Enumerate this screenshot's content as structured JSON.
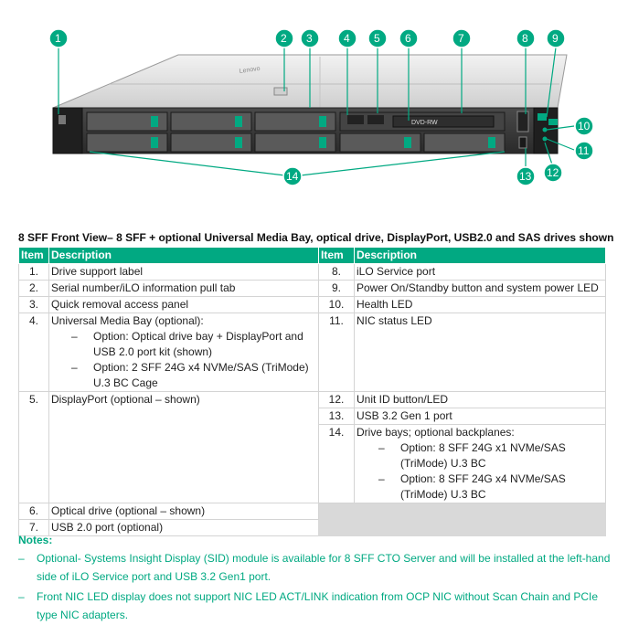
{
  "diagram": {
    "callouts": [
      "1",
      "2",
      "3",
      "4",
      "5",
      "6",
      "7",
      "8",
      "9",
      "10",
      "11",
      "12",
      "13",
      "14"
    ],
    "bezel_text": "Lenovo",
    "media_bay_label": "DVD-RW"
  },
  "caption": "8 SFF Front View– 8 SFF + optional Universal Media Bay, optical drive, DisplayPort, USB2.0 and SAS drives shown",
  "table": {
    "headers": [
      "Item",
      "Description",
      "Item",
      "Description"
    ],
    "rows": [
      {
        "item": "1.",
        "desc": "Drive support label",
        "item2": "8.",
        "desc2": "iLO Service port"
      },
      {
        "item": "2.",
        "desc": "Serial number/iLO information pull tab",
        "item2": "9.",
        "desc2": "Power On/Standby button and system power LED"
      },
      {
        "item": "3.",
        "desc": "Quick removal access panel",
        "item2": "10.",
        "desc2": "Health LED"
      },
      {
        "item": "4.",
        "desc": "Universal Media Bay (optional):",
        "opts": [
          "Option: Optical drive bay + DisplayPort and USB 2.0 port kit (shown)",
          "Option: 2 SFF 24G x4 NVMe/SAS (TriMode) U.3 BC Cage"
        ],
        "item2": "11.",
        "desc2": "NIC status LED"
      },
      {
        "item": "5.",
        "desc": "DisplayPort (optional – shown)"
      },
      {
        "item": "6.",
        "desc": "Optical drive (optional – shown)"
      },
      {
        "item": "7.",
        "desc": "USB 2.0 port (optional)"
      }
    ],
    "right_rows": [
      {
        "item": "12.",
        "desc": "Unit ID button/LED"
      },
      {
        "item": "13.",
        "desc": "USB 3.2 Gen 1 port"
      },
      {
        "item": "14.",
        "desc": "Drive bays; optional backplanes:",
        "opts": [
          "Option: 8 SFF 24G x1 NVMe/SAS (TriMode) U.3 BC",
          "Option: 8 SFF 24G x4 NVMe/SAS (TriMode) U.3 BC"
        ]
      }
    ]
  },
  "notes": {
    "title": "Notes:",
    "dash": "–",
    "items": [
      "Optional- Systems Insight Display (SID) module is available for 8 SFF CTO Server and will be installed at the left-hand side of iLO Service port and USB 3.2 Gen1 port.",
      "Front NIC LED display does not support NIC LED ACT/LINK indication from OCP NIC without Scan Chain and PCIe type NIC adapters."
    ]
  },
  "option_dash": "–",
  "colors": {
    "accent": "#01a982",
    "gray_fill": "#d9d9d9"
  }
}
